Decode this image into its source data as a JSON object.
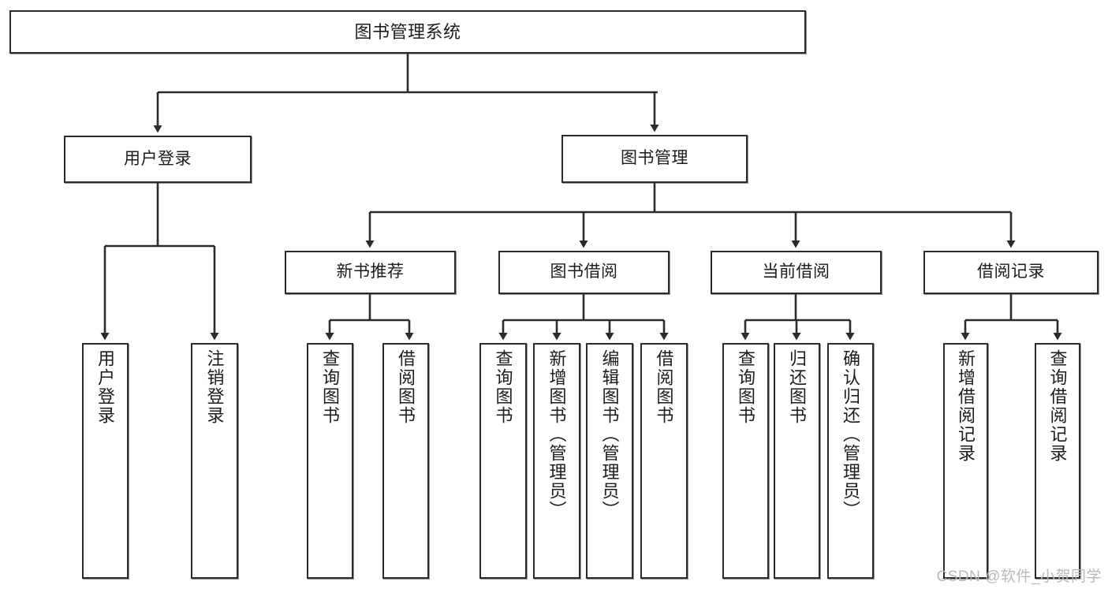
{
  "diagram": {
    "title": "图书管理系统",
    "watermark": "CSDN @软件_小贺同学",
    "line_color": "#2b2b2b",
    "box_fill": "#ffffff",
    "text_color": "#1c1c1c",
    "watermark_color": "#b9b9b9"
  },
  "nodes": {
    "root": {
      "label": "图书管理系统"
    },
    "level1": [
      {
        "label": "用户登录"
      },
      {
        "label": "图书管理"
      }
    ],
    "level2": [
      {
        "label": "新书推荐"
      },
      {
        "label": "图书借阅"
      },
      {
        "label": "当前借阅"
      },
      {
        "label": "借阅记录"
      }
    ],
    "leaves_user_login": [
      {
        "label": "用户登录"
      },
      {
        "label": "注销登录"
      }
    ],
    "leaves_new_book": [
      {
        "label": "查询图书"
      },
      {
        "label": "借阅图书"
      }
    ],
    "leaves_borrow": [
      {
        "label": "查询图书"
      },
      {
        "label": "新增图书（管理员）"
      },
      {
        "label": "编辑图书（管理员）"
      },
      {
        "label": "借阅图书"
      }
    ],
    "leaves_current": [
      {
        "label": "查询图书"
      },
      {
        "label": "归还图书"
      },
      {
        "label": "确认归还（管理员）"
      }
    ],
    "leaves_record": [
      {
        "label": "新增借阅记录"
      },
      {
        "label": "查询借阅记录"
      }
    ]
  }
}
